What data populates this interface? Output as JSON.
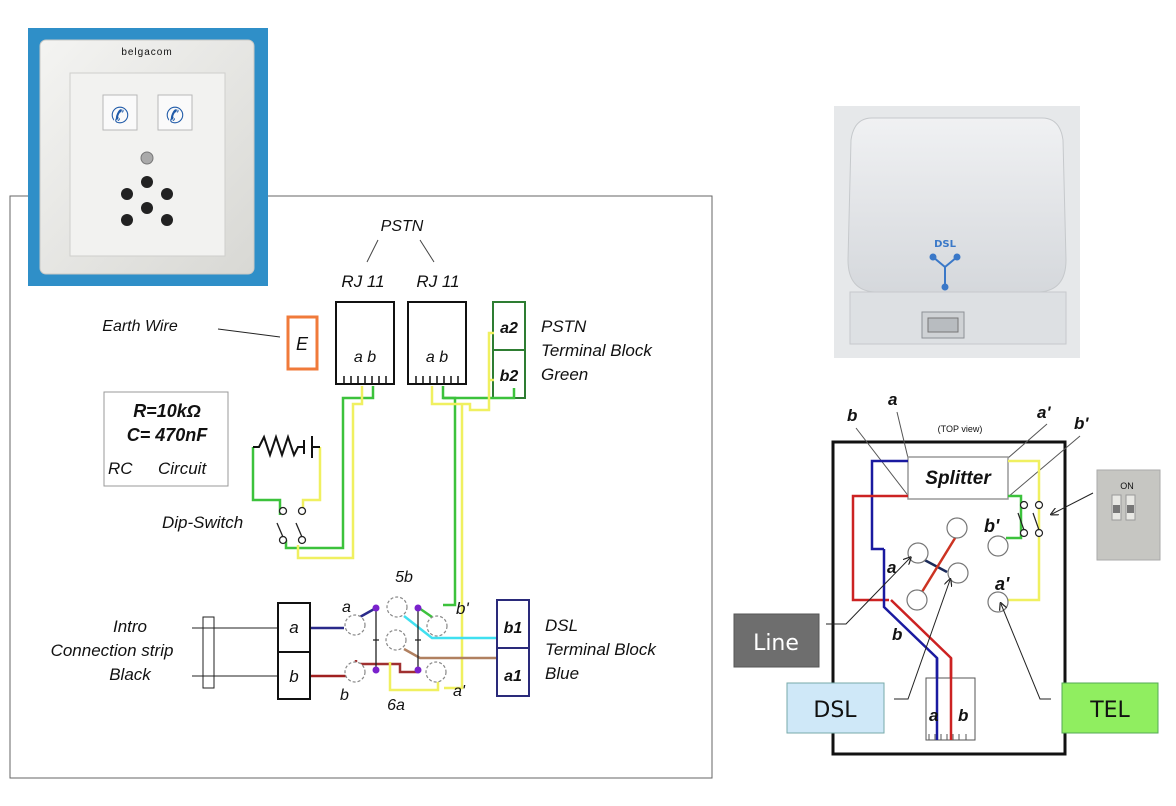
{
  "wall_socket_photo": {
    "brand": "belgacom",
    "icons": [
      "phone-icon",
      "phone-icon"
    ]
  },
  "splitter_photo": {
    "logo_text": "DSL"
  },
  "left_diagram": {
    "pstn_title": "PSTN",
    "rj11_labels": [
      "RJ 11",
      "RJ 11"
    ],
    "rj11_pins": [
      "a b",
      "a b"
    ],
    "earth_label": "Earth Wire",
    "earth_box": "E",
    "pstn_block": {
      "terminals": [
        "a2",
        "b2"
      ],
      "label_lines": [
        "PSTN",
        "Terminal Block",
        "Green"
      ]
    },
    "rc_box": {
      "line1": "R=10kΩ",
      "line2": "C= 470nF",
      "line3a": "RC",
      "line3b": "Circuit"
    },
    "dip_switch_label": "Dip-Switch",
    "intro_strip": {
      "label_lines": [
        "Intro",
        "Connection strip",
        "Black"
      ],
      "terminals": [
        "a",
        "b"
      ]
    },
    "switch_labels": {
      "top": "5b",
      "bottom": "6a",
      "a": "a",
      "b": "b",
      "a_prime": "a'",
      "b_prime": "b'"
    },
    "dsl_block": {
      "terminals": [
        "b1",
        "a1"
      ],
      "label_lines": [
        "DSL",
        "Terminal Block",
        "Blue"
      ]
    }
  },
  "right_diagram": {
    "top_view_label": "(TOP view)",
    "splitter_label": "Splitter",
    "wire_labels": {
      "a": "a",
      "b": "b",
      "a_prime": "a'",
      "b_prime": "b'",
      "inner_a": "a",
      "inner_b": "b",
      "inner_b_prime": "b'",
      "inner_a_prime": "a'",
      "conn_a": "a",
      "conn_b": "b"
    },
    "dip_photo_label": "ON",
    "tags": {
      "line": "Line",
      "dsl": "DSL",
      "tel": "TEL"
    }
  },
  "colors": {
    "socket_bg": "#2f8fc8",
    "earth_box": "#f07a3a",
    "pstn_green": "#2e7d32",
    "dsl_blue": "#2a2a7a",
    "wire_green": "#3cc23c",
    "wire_yellow": "#f0f060",
    "wire_cyan": "#40e0f0",
    "wire_brown": "#b08060",
    "wire_red": "#cc2222",
    "wire_blue": "#1a1aa0",
    "switch_dot": "#7a22cc",
    "tag_line": "#6e6e6e",
    "tag_dsl": "#cfe8f8",
    "tag_tel": "#90ee60"
  }
}
